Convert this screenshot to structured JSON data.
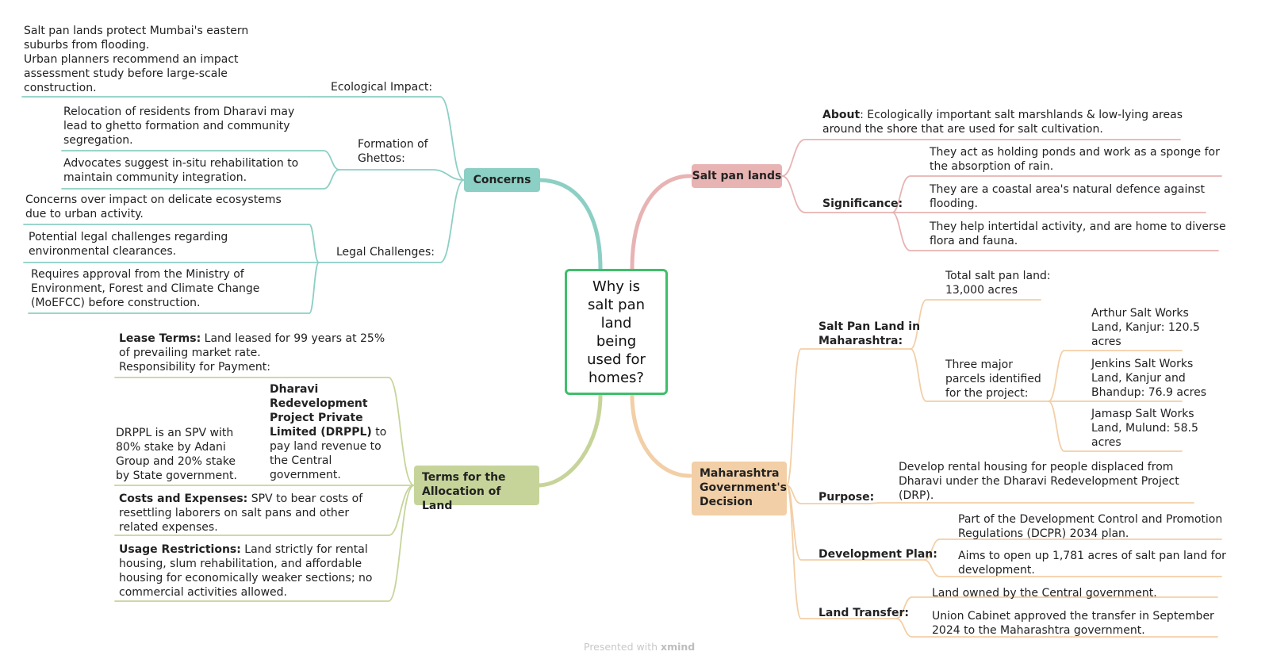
{
  "center": {
    "title": "Why is salt pan land being used for homes?"
  },
  "concerns": {
    "title": "Concerns",
    "ecological": {
      "label": "Ecological Impact:",
      "text": "Salt pan lands protect Mumbai's eastern suburbs from flooding.\nUrban planners recommend an impact assessment study before large-scale construction."
    },
    "ghettos": {
      "label": "Formation of Ghettos:",
      "items": [
        "Relocation of residents from Dharavi may lead to ghetto formation and community segregation.",
        "Advocates suggest in-situ rehabilitation to maintain community integration."
      ]
    },
    "legal": {
      "label": "Legal Challenges:",
      "items": [
        "Concerns over impact on delicate ecosystems due to urban activity.",
        "Potential legal challenges regarding environmental clearances.",
        "Requires approval from the Ministry of Environment, Forest and Climate Change (MoEFCC) before construction."
      ]
    }
  },
  "terms": {
    "title": "Terms for the Allocation of Land",
    "lease_label": "Lease Terms:",
    "lease_text": " Land leased for 99 years at 25% of prevailing market rate.",
    "responsibility": "Responsibility for Payment:",
    "drppl_name": "Dharavi Redevelopment Project Private Limited (DRPPL)",
    "drppl_text": " to pay land revenue to the Central government.",
    "spv_note": "DRPPL is an SPV with 80% stake by Adani Group and 20% stake by State government.",
    "costs_label": "Costs and Expenses:",
    "costs_text": "  SPV to bear costs of resettling laborers on salt pans and other related expenses.",
    "usage_label": "Usage Restrictions:",
    "usage_text": " Land strictly for rental housing, slum rehabilitation, and affordable housing for economically weaker sections; no commercial activities allowed."
  },
  "saltpan": {
    "title": "Salt pan lands",
    "about_label": "About",
    "about_text": ": Ecologically important salt marshlands & low-lying areas around the shore that are used for salt cultivation.",
    "significance_label": "Significance:",
    "significance": [
      "They act as holding ponds and work as a sponge for the absorption of rain.",
      "They are a coastal area's natural defence against flooding.",
      "They help intertidal activity, and are home to diverse flora and fauna."
    ]
  },
  "maharashtra": {
    "title": "Maharashtra Government's Decision",
    "saltpan_label": "Salt Pan Land in Maharashtra:",
    "total": "Total salt pan land: 13,000 acres",
    "parcels_label": "Three major parcels identified for the project:",
    "parcels": [
      "Arthur Salt Works Land, Kanjur: 120.5 acres",
      "Jenkins Salt Works Land, Kanjur and Bhandup: 76.9 acres",
      "Jamasp Salt Works Land, Mulund: 58.5 acres"
    ],
    "purpose_label": "Purpose:",
    "purpose_text": "Develop rental housing for people displaced from Dharavi under the Dharavi Redevelopment Project (DRP).",
    "devplan_label": "Development Plan:",
    "devplan": [
      "Part of the Development Control and Promotion Regulations (DCPR) 2034 plan.",
      "Aims to open up 1,781 acres of salt pan land for development."
    ],
    "transfer_label": "Land Transfer:",
    "transfer": [
      "Land owned by the Central government.",
      "Union Cabinet approved the transfer in September 2024 to the Maharashtra government."
    ]
  },
  "footer": {
    "prefix": "Presented with ",
    "brand": "xmind"
  },
  "colors": {
    "teal": "#8ccfc4",
    "green": "#c6d49a",
    "pink": "#e8b3b3",
    "orange": "#f2cfa6",
    "center_border": "#3fbf6a"
  }
}
